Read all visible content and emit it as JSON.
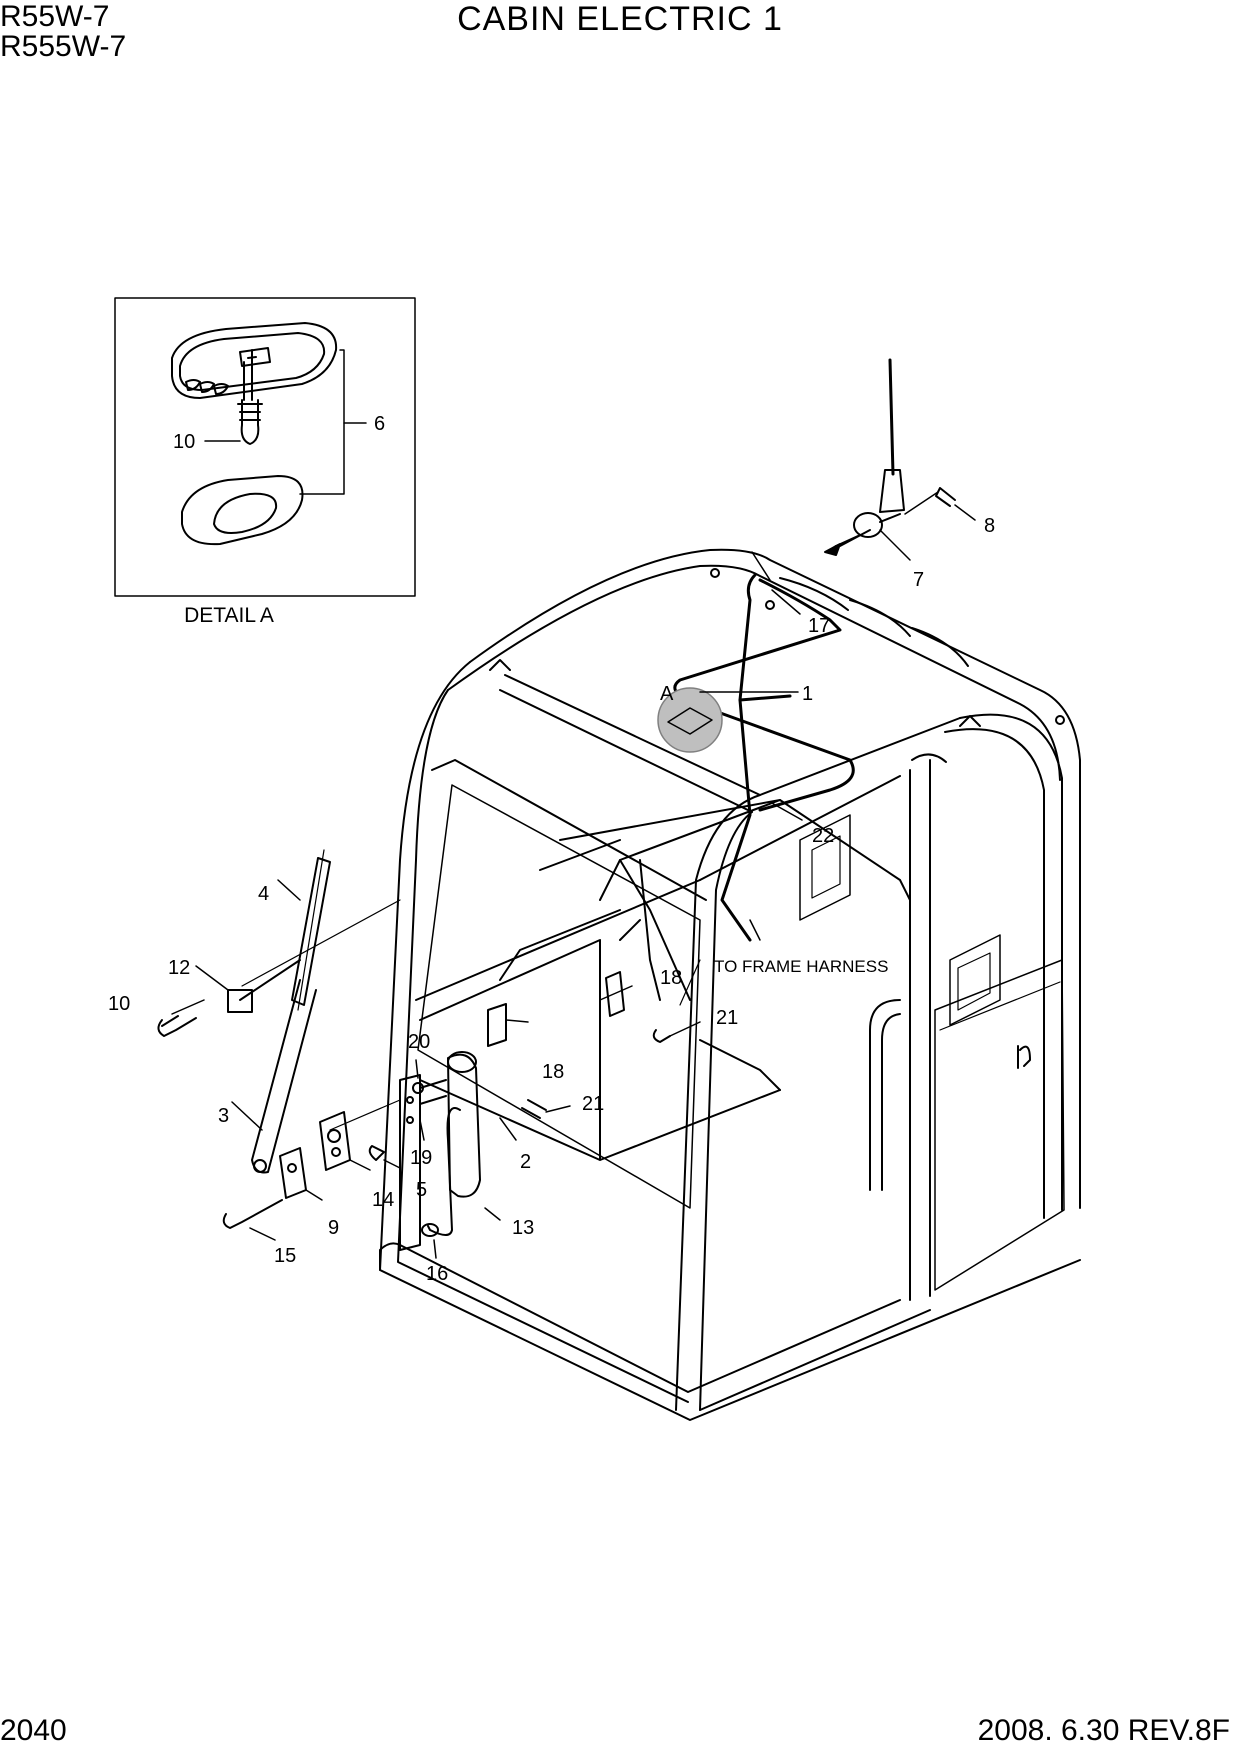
{
  "header": {
    "model_line_1": "R55W-7",
    "model_line_2": "R555W-7",
    "title": "CABIN ELECTRIC 1"
  },
  "footer": {
    "page_number": "2040",
    "revision": "2008. 6.30 REV.8F"
  },
  "detail": {
    "caption": "DETAIL A",
    "callouts": {
      "c10": "10",
      "c6": "6"
    }
  },
  "diagram": {
    "callout_marker_a": "A",
    "note_frame_harness": "TO FRAME HARNESS",
    "callouts": {
      "c1": "1",
      "c2": "2",
      "c3": "3",
      "c4": "4",
      "c5": "5",
      "c7": "7",
      "c8": "8",
      "c9": "9",
      "c10": "10",
      "c12": "12",
      "c13": "13",
      "c14": "14",
      "c15": "15",
      "c16": "16",
      "c17": "17",
      "c18a": "18",
      "c18b": "18",
      "c19": "19",
      "c20": "20",
      "c21a": "21",
      "c21b": "21",
      "c22": "22"
    }
  }
}
